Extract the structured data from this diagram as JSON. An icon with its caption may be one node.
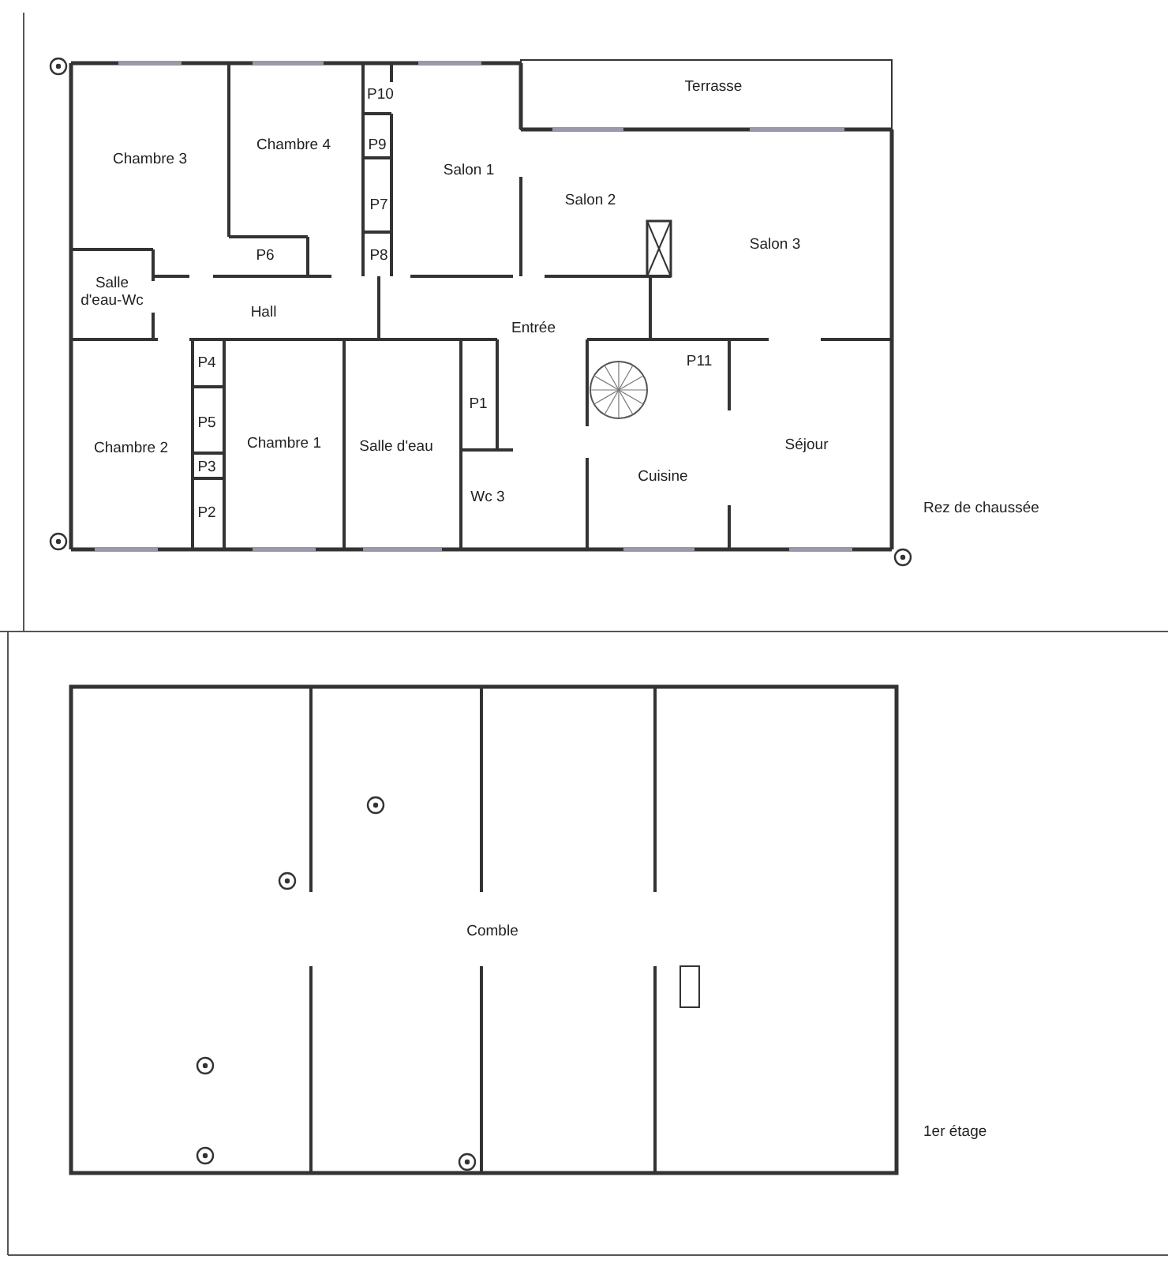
{
  "diagram": {
    "labels": [
      "Terrasse",
      "P10",
      "Chambre 4",
      "P9",
      "Chambre 3",
      "Salon 1",
      "P7",
      "Salon 2",
      "Salon 3",
      "P6",
      "P8",
      "Salle d'eau-Wc",
      "Hall",
      "Entrée",
      "P4",
      "P11",
      "P1",
      "P5",
      "Chambre 2",
      "Chambre 1",
      "Salle d'eau",
      "Séjour",
      "P3",
      "Cuisine",
      "Wc 3",
      "P2",
      "Rez de chaussée",
      "Comble",
      "1er étage"
    ]
  }
}
